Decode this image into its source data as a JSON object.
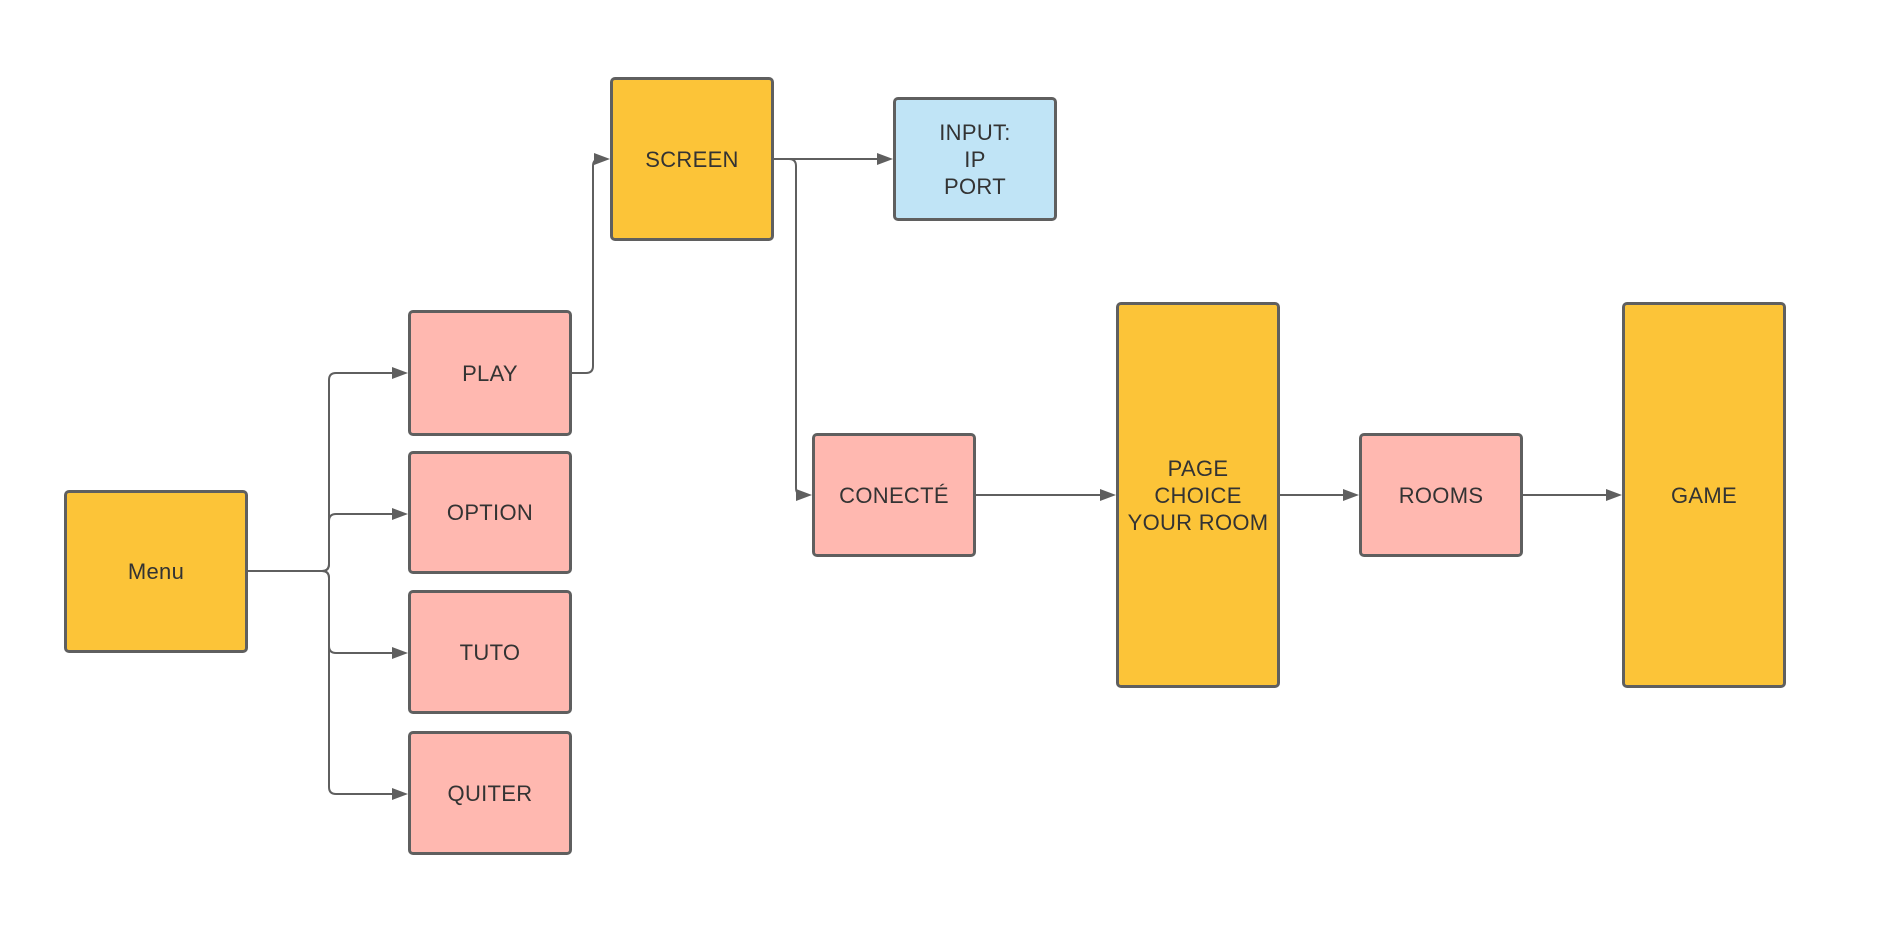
{
  "colors": {
    "primary": "#fcc438",
    "secondary": "#ffb8b0",
    "info": "#c0e4f6",
    "border": "#5f5f5f",
    "connector": "#5f5f5f",
    "text": "#333333"
  },
  "nodes": [
    {
      "id": "menu",
      "label": "Menu",
      "style": "primary"
    },
    {
      "id": "play",
      "label": "PLAY",
      "style": "secondary"
    },
    {
      "id": "option",
      "label": "OPTION",
      "style": "secondary"
    },
    {
      "id": "tuto",
      "label": "TUTO",
      "style": "secondary"
    },
    {
      "id": "quiter",
      "label": "QUITER",
      "style": "secondary"
    },
    {
      "id": "screen",
      "label": "SCREEN",
      "style": "primary"
    },
    {
      "id": "input",
      "label": "INPUT:\nIP\nPORT",
      "style": "info"
    },
    {
      "id": "conecte",
      "label": "CONECTÉ",
      "style": "secondary"
    },
    {
      "id": "page",
      "label": "PAGE\nCHOICE\nYOUR ROOM",
      "style": "primary"
    },
    {
      "id": "rooms",
      "label": "ROOMS",
      "style": "secondary"
    },
    {
      "id": "game",
      "label": "GAME",
      "style": "primary"
    }
  ],
  "edges": [
    {
      "from": "menu",
      "to": "play"
    },
    {
      "from": "menu",
      "to": "option"
    },
    {
      "from": "menu",
      "to": "tuto"
    },
    {
      "from": "menu",
      "to": "quiter"
    },
    {
      "from": "play",
      "to": "screen"
    },
    {
      "from": "screen",
      "to": "input"
    },
    {
      "from": "screen",
      "to": "conecte"
    },
    {
      "from": "conecte",
      "to": "page"
    },
    {
      "from": "page",
      "to": "rooms"
    },
    {
      "from": "rooms",
      "to": "game"
    }
  ]
}
